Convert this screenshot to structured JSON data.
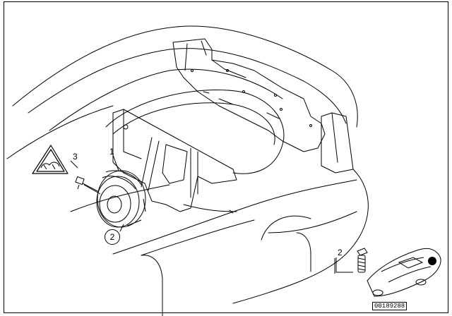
{
  "diagram": {
    "callouts": {
      "part_1": "1",
      "part_2_circle": "2",
      "part_2": "2",
      "part_3": "3"
    },
    "drawing_id": "00189288",
    "icons": [
      "warning-triangle-icon",
      "speaker-icon",
      "car-thumbnail-icon",
      "screw-icon",
      "connector-icon"
    ]
  }
}
